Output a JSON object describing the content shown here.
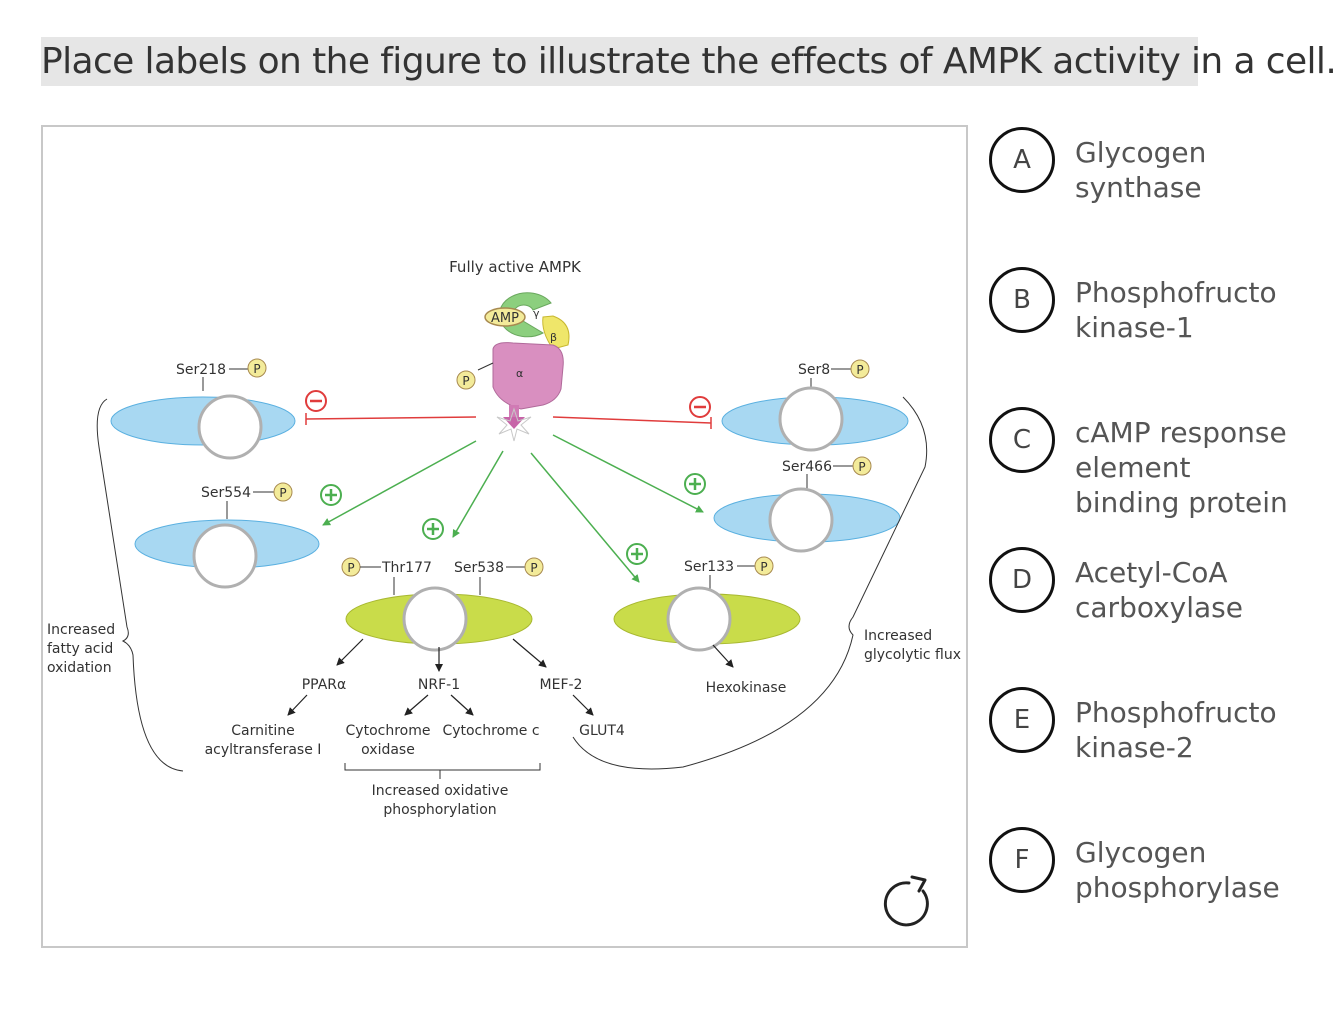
{
  "question": "Place labels on the figure to illustrate the effects of AMPK activity in a cell.",
  "diagram": {
    "ampk_title": "Fully active AMPK",
    "amp": "AMP",
    "gamma": "γ",
    "beta": "β",
    "alpha": "α",
    "p": "P",
    "plus": "+",
    "minus": "−",
    "ser218": "Ser218",
    "ser554": "Ser554",
    "ser8": "Ser8",
    "ser466": "Ser466",
    "thr177": "Thr177",
    "ser538": "Ser538",
    "ser133": "Ser133",
    "ppar": "PPARα",
    "nrf1": "NRF-1",
    "mef2": "MEF-2",
    "hexokinase": "Hexokinase",
    "carnitine_1": "Carnitine",
    "carnitine_2": "acyltransferase I",
    "cytox_1": "Cytochrome",
    "cytox_2": "oxidase",
    "cytc": "Cytochrome c",
    "glut4": "GLUT4",
    "oxphos_1": "Increased oxidative",
    "oxphos_2": "phosphorylation",
    "fa_1": "Increased",
    "fa_2": "fatty acid",
    "fa_3": "oxidation",
    "gly_1": "Increased",
    "gly_2": "glycolytic flux"
  },
  "options": [
    {
      "letter": "A",
      "text": "Glycogen\nsynthase"
    },
    {
      "letter": "B",
      "text": "Phosphofructo\nkinase-1"
    },
    {
      "letter": "C",
      "text": "cAMP response\nelement\nbinding protein"
    },
    {
      "letter": "D",
      "text": "Acetyl-CoA\ncarboxylase"
    },
    {
      "letter": "E",
      "text": "Phosphofructo\nkinase-2"
    },
    {
      "letter": "F",
      "text": "Glycogen\nphosphorylase"
    }
  ],
  "colors": {
    "blue_ellipse": "#a8d8f2",
    "yellow_ellipse": "#c9dc4a",
    "green_arrow": "#4caf50",
    "red_inhibit": "#e03c3c",
    "phosphate": "#f3eb9a",
    "alpha_subunit": "#d98fc0",
    "gamma_subunit": "#8ccf7e",
    "beta_subunit": "#efe66a"
  },
  "icons": {
    "reset": "rotate-cw-icon"
  }
}
